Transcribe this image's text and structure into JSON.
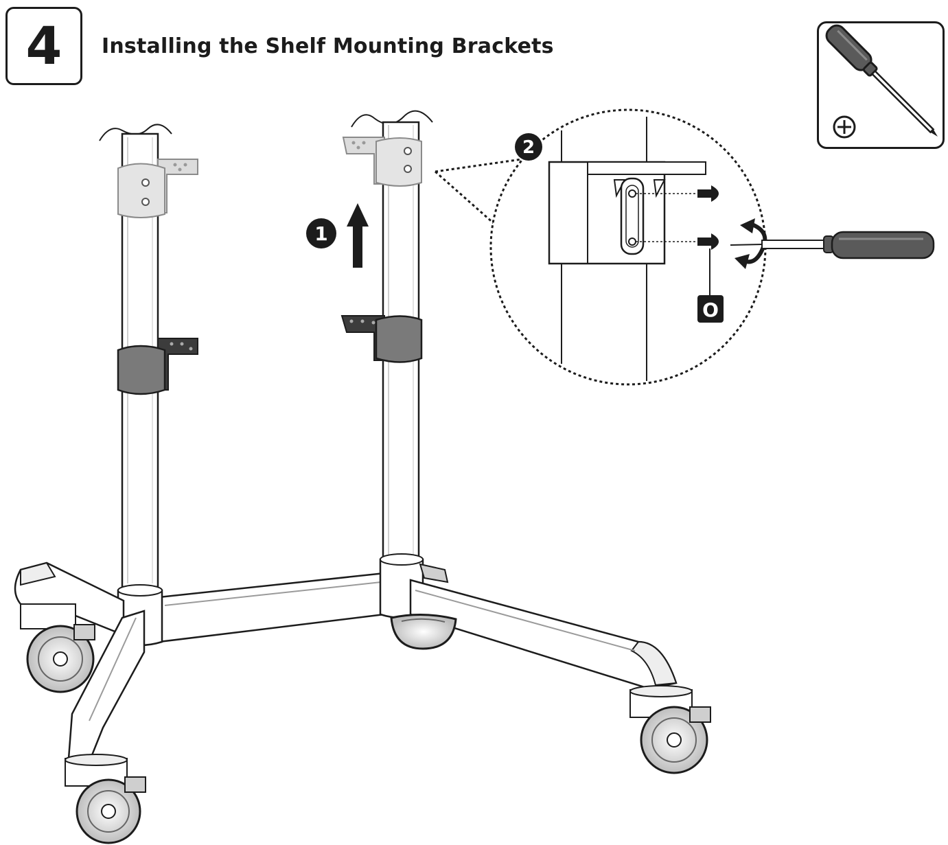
{
  "step": {
    "number": "4",
    "title": "Installing the Shelf Mounting Brackets"
  },
  "callouts": {
    "move_up": "1",
    "fasten": "2",
    "part_label": "O"
  },
  "tool": {
    "name": "phillips-screwdriver",
    "symbol_icon": "phillips-head-symbol"
  },
  "colors": {
    "ink": "#1c1c1c",
    "bracket_dark": "#7a7a7a",
    "bracket_light": "#dcdcdc",
    "handle": "#5a5a5a"
  }
}
